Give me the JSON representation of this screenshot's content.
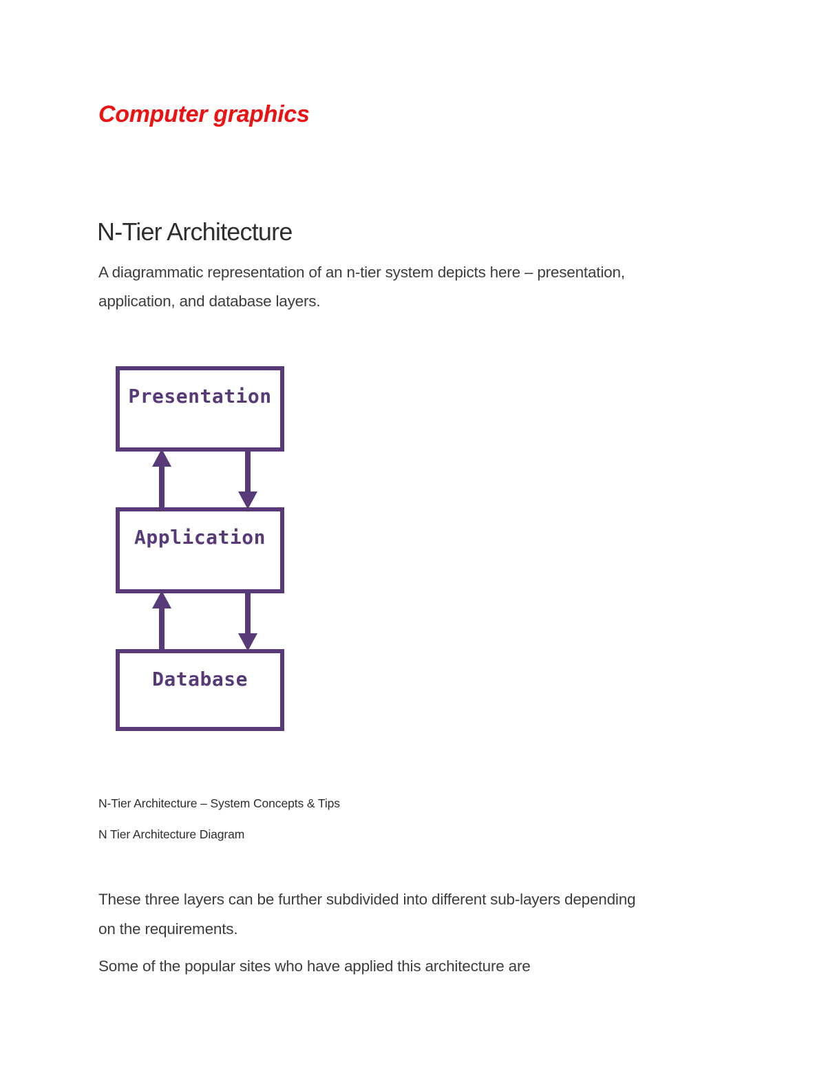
{
  "page": {
    "title": "Computer graphics",
    "heading": "N-Tier Architecture",
    "intro_lines": [
      "A diagrammatic representation of an n-tier system depicts here – presentation,",
      "application, and database layers."
    ],
    "caption_line1": "N-Tier Architecture – System Concepts & Tips",
    "caption_line2": "N Tier Architecture Diagram",
    "body_lines": [
      "These three layers can be further subdivided into different sub-layers depending",
      "on the requirements."
    ],
    "closing_line": "Some of the popular sites who have applied this architecture are"
  },
  "diagram": {
    "boxes": [
      {
        "label": "Presentation"
      },
      {
        "label": "Application"
      },
      {
        "label": "Database"
      }
    ],
    "arrows": [
      {
        "between": "Presentation-Application",
        "directions": [
          "up",
          "down"
        ]
      },
      {
        "between": "Application-Database",
        "directions": [
          "up",
          "down"
        ]
      }
    ]
  },
  "colors": {
    "diagram_purple": "#583a78",
    "title_red": "#ee1111",
    "body_text": "#3d3d3d"
  }
}
